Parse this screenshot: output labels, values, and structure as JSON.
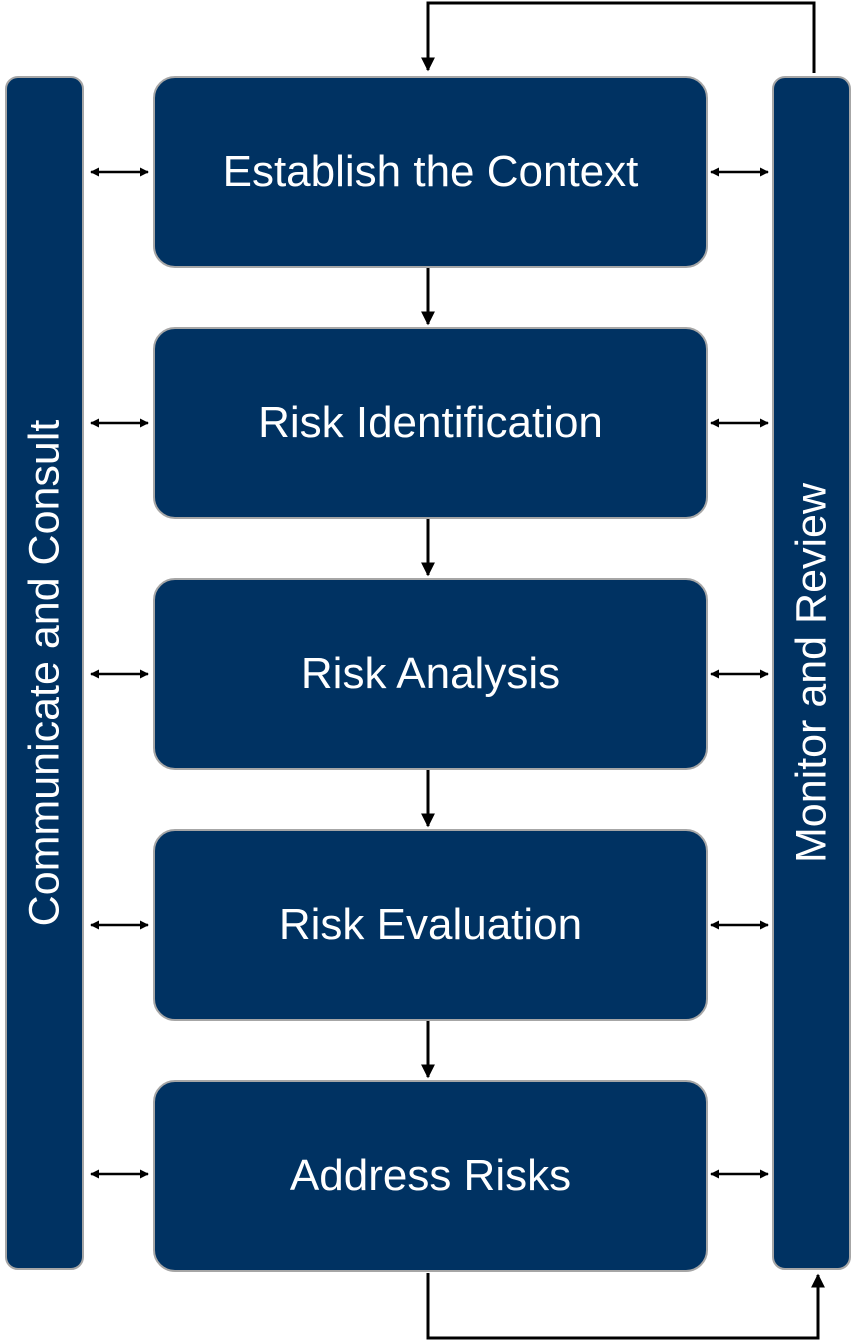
{
  "diagram": {
    "left_bar": {
      "label": "Communicate and Consult"
    },
    "right_bar": {
      "label": "Monitor and Review"
    },
    "steps": [
      {
        "label": "Establish the Context"
      },
      {
        "label": "Risk Identification"
      },
      {
        "label": "Risk Analysis"
      },
      {
        "label": "Risk Evaluation"
      },
      {
        "label": "Address Risks"
      }
    ]
  },
  "colors": {
    "box_fill": "#003262",
    "box_border": "#a6a6a6",
    "text": "#ffffff",
    "arrow": "#000000"
  }
}
